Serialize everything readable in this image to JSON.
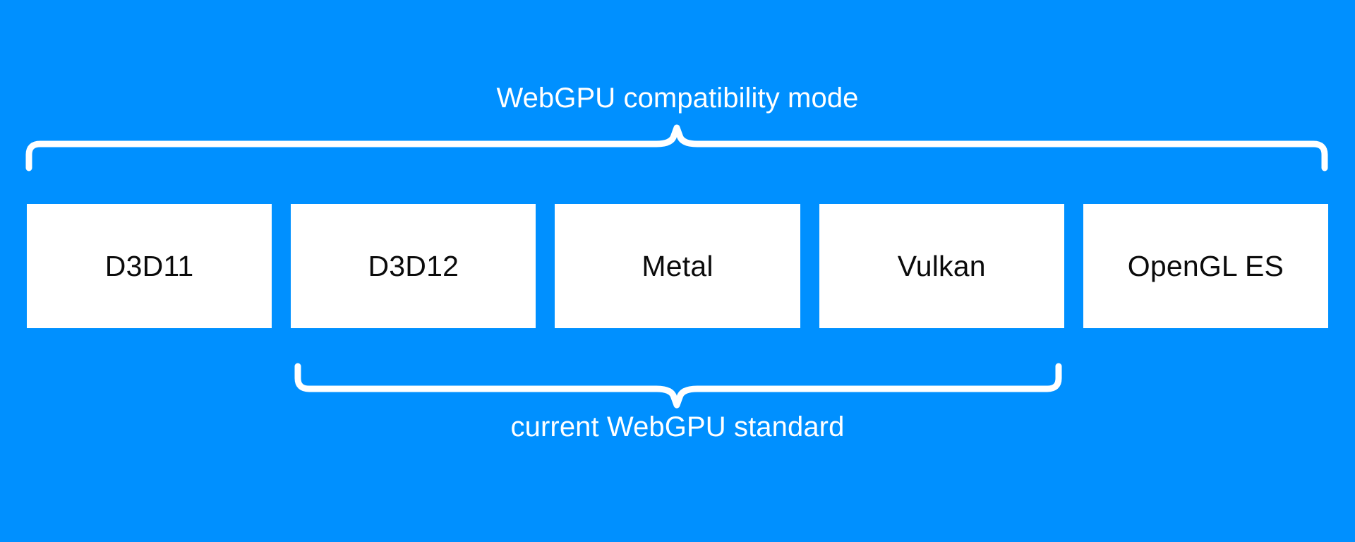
{
  "diagram": {
    "background_color": "#0090ff",
    "box_color": "#ffffff",
    "box_text_color": "#0b0b0b",
    "label_color": "#ffffff",
    "brace_color": "#ffffff",
    "top_group": {
      "label": "WebGPU compatibility mode",
      "covers": [
        "D3D11",
        "D3D12",
        "Metal",
        "Vulkan",
        "OpenGL ES"
      ]
    },
    "bottom_group": {
      "label": "current WebGPU standard",
      "covers": [
        "D3D12",
        "Metal",
        "Vulkan"
      ]
    },
    "boxes": [
      {
        "label": "D3D11"
      },
      {
        "label": "D3D12"
      },
      {
        "label": "Metal"
      },
      {
        "label": "Vulkan"
      },
      {
        "label": "OpenGL ES"
      }
    ]
  }
}
